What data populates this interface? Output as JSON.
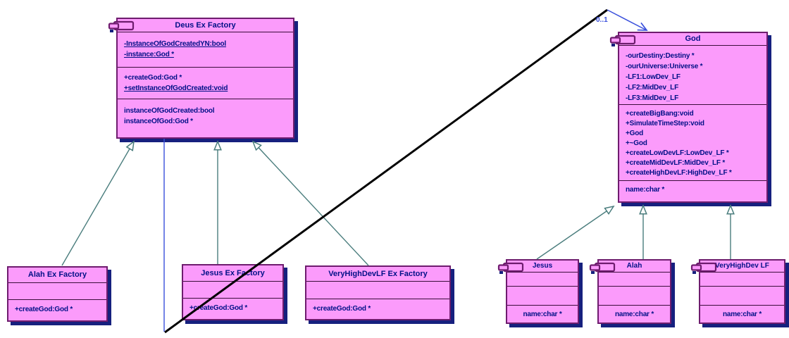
{
  "diagram_type": "uml-class-diagram",
  "colors": {
    "class_fill": "#FB9BFB",
    "class_border": "#6E1C6E",
    "class_shadow": "#16207E",
    "text": "#001087",
    "generalization_line": "#4A7D7D",
    "association_line": "#3A50DC",
    "overlay_line": "#000000"
  },
  "association": {
    "multiplicity": "0..1"
  },
  "classes": {
    "deus": {
      "title": "Deus Ex Factory",
      "attributes": [
        "-InstanceOfGodCreatedYN:bool",
        "-instance:God *"
      ],
      "methods": [
        "+createGod:God *",
        "+setInstanceOfGodCreated:void"
      ],
      "properties": [
        "instanceOfGodCreated:bool",
        "instanceOfGod:God *"
      ]
    },
    "god": {
      "title": "God",
      "attributes": [
        "-ourDestiny:Destiny *",
        "-ourUniverse:Universe *",
        "-LF1:LowDev_LF",
        "-LF2:MidDev_LF",
        "-LF3:MidDev_LF"
      ],
      "methods": [
        "+createBigBang:void",
        "+SimulateTimeStep:void",
        "+God",
        "+~God",
        "+createLowDevLF:LowDev_LF *",
        "+createMidDevLF:MidDev_LF *",
        "+createHighDevLF:HighDev_LF *"
      ],
      "properties": [
        "name:char *"
      ]
    },
    "alah_factory": {
      "title": "Alah Ex Factory",
      "methods": [
        "+createGod:God *"
      ]
    },
    "jesus_factory": {
      "title": "Jesus Ex Factory",
      "methods": [
        "+createGod:God *"
      ]
    },
    "vhd_factory": {
      "title": "VeryHighDevLF Ex Factory",
      "methods": [
        "+createGod:God *"
      ]
    },
    "jesus": {
      "title": "Jesus",
      "properties": [
        "name:char *"
      ]
    },
    "alah": {
      "title": "Alah",
      "properties": [
        "name:char *"
      ]
    },
    "vhd": {
      "title": "VeryHighDev LF",
      "properties": [
        "name:char *"
      ]
    }
  }
}
